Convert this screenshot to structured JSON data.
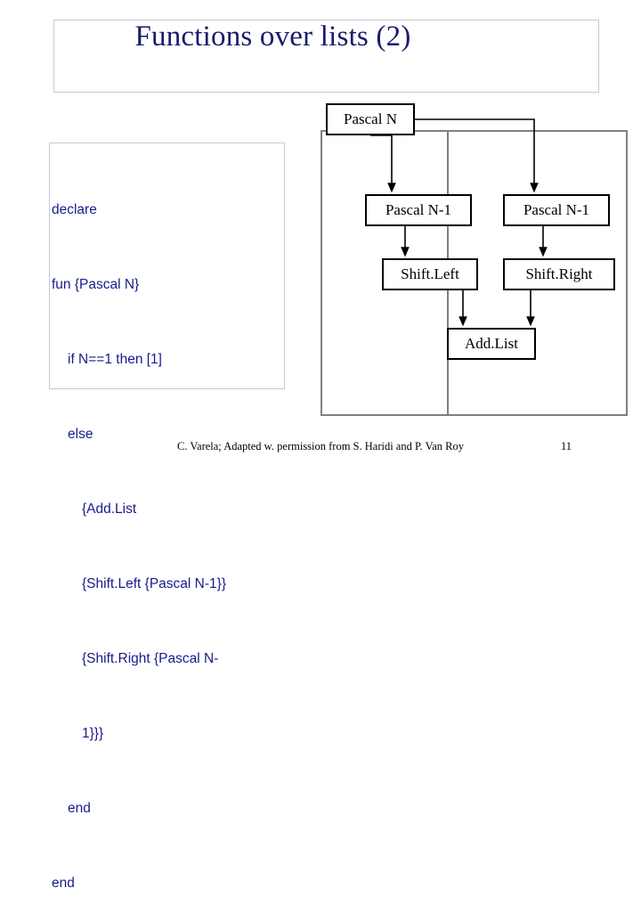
{
  "slide": {
    "title": "Functions over lists (2)"
  },
  "code": {
    "lines": [
      {
        "text": "declare",
        "indent": 0
      },
      {
        "text": "fun {Pascal N}",
        "indent": 0
      },
      {
        "text": "if N==1 then [1]",
        "indent": 1
      },
      {
        "text": "else",
        "indent": 1
      },
      {
        "text": "{Add.List",
        "indent": 2
      },
      {
        "text": "{Shift.Left {Pascal N-1}}",
        "indent": 2
      },
      {
        "text": "{Shift.Right {Pascal N-",
        "indent": 2
      },
      {
        "text": "1}}}",
        "indent": 2
      },
      {
        "text": "end",
        "indent": 1
      },
      {
        "text": "end",
        "indent": 0
      }
    ]
  },
  "diagram": {
    "nodes": [
      {
        "id": "pascal-n",
        "label": "Pascal N"
      },
      {
        "id": "pascal-n-1-left",
        "label": "Pascal N-1"
      },
      {
        "id": "pascal-n-1-right",
        "label": "Pascal N-1"
      },
      {
        "id": "shift-left",
        "label": "Shift.Left"
      },
      {
        "id": "shift-right",
        "label": "Shift.Right"
      },
      {
        "id": "add-list",
        "label": "Add.List"
      }
    ]
  },
  "footer": {
    "credit": "C. Varela; Adapted w. permission from S. Haridi and P. Van Roy",
    "page": "11"
  }
}
